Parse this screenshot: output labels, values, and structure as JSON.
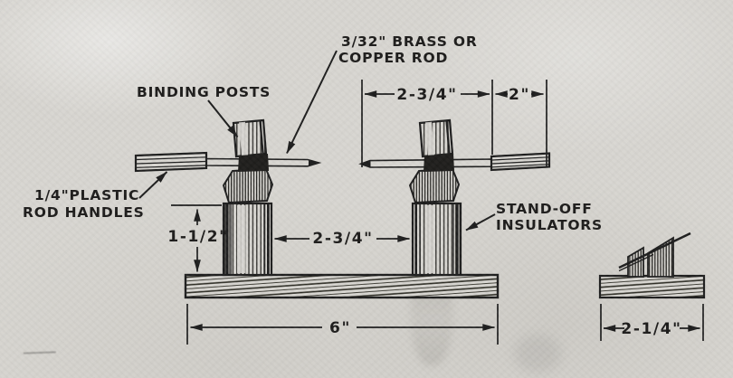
{
  "page": {
    "type": "scanned construction diagram of adjustable spark-gap / binding post assembly",
    "paper_color": "#d7d5d0",
    "ink_color": "#1d1d1d"
  },
  "labels": {
    "rod_material_line1": "3/32\" BRASS OR",
    "rod_material_line2": "COPPER ROD",
    "binding_posts": "BINDING POSTS",
    "handles_line1": "1/4\"PLASTIC",
    "handles_line2": "ROD HANDLES",
    "insulators_line1": "STAND-OFF",
    "insulators_line2": "INSULATORS"
  },
  "dimensions": {
    "top_rod_span": "2-3/4\"",
    "top_handle_span": "2\"",
    "insulator_height": "1-1/2\"",
    "insulator_spacing": "2-3/4\"",
    "base_length": "6\"",
    "side_base_width": "2-1/4\""
  }
}
